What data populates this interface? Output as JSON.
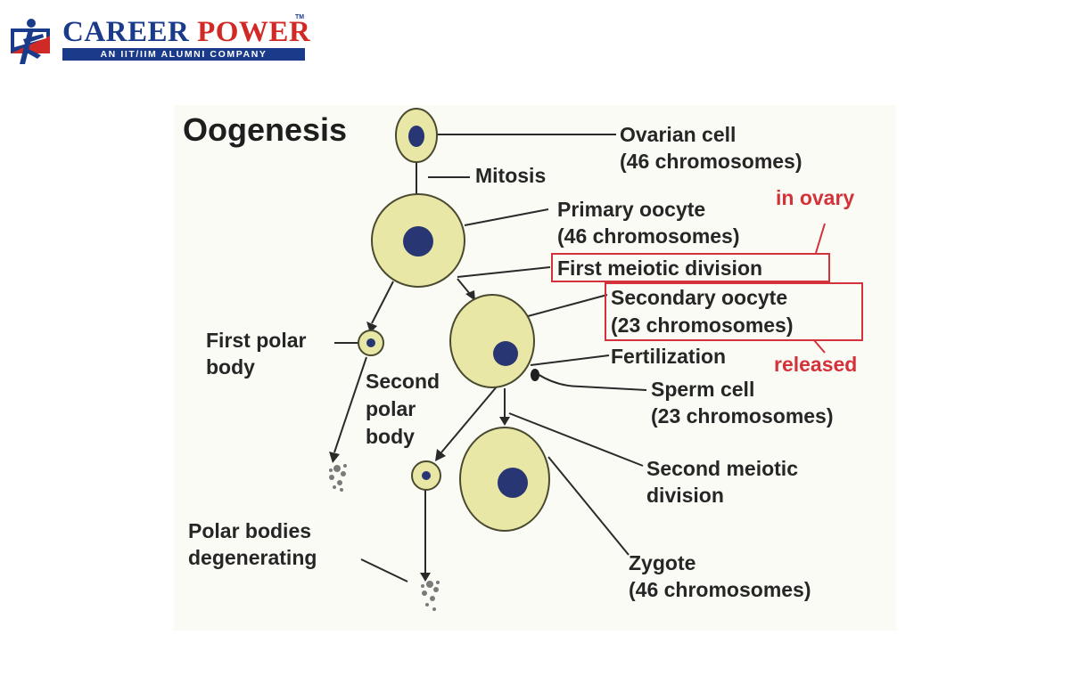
{
  "brand": {
    "name_part1": "CAREER",
    "name_part2": "POWER",
    "tagline": "AN IIT/IIM ALUMNI COMPANY",
    "colors": {
      "blue": "#1a3a8a",
      "red": "#d12a26"
    }
  },
  "diagram": {
    "title": "Oogenesis",
    "labels": {
      "ovarian_cell": [
        "Ovarian cell",
        "(46 chromosomes)"
      ],
      "mitosis": "Mitosis",
      "primary_oocyte": [
        "Primary oocyte",
        "(46 chromosomes)"
      ],
      "in_ovary": "in ovary",
      "first_meiotic_division": "First meiotic division",
      "secondary_oocyte": [
        "Secondary oocyte",
        "(23 chromosomes)"
      ],
      "fertilization": "Fertilization",
      "released": "released",
      "first_polar_body": [
        "First polar",
        "body"
      ],
      "sperm_cell": [
        "Sperm cell",
        "(23 chromosomes)"
      ],
      "second_polar_body": [
        "Second",
        "polar",
        "body"
      ],
      "second_meiotic_division": [
        "Second meiotic",
        "division"
      ],
      "polar_bodies_degenerating": [
        "Polar bodies",
        "degenerating"
      ],
      "zygote": [
        "Zygote",
        "(46 chromosomes)"
      ]
    },
    "colors": {
      "cell_fill": "#e9e7a6",
      "nucleus": "#283673",
      "line": "#2a2a2a",
      "highlight_red": "#d4323a"
    }
  }
}
